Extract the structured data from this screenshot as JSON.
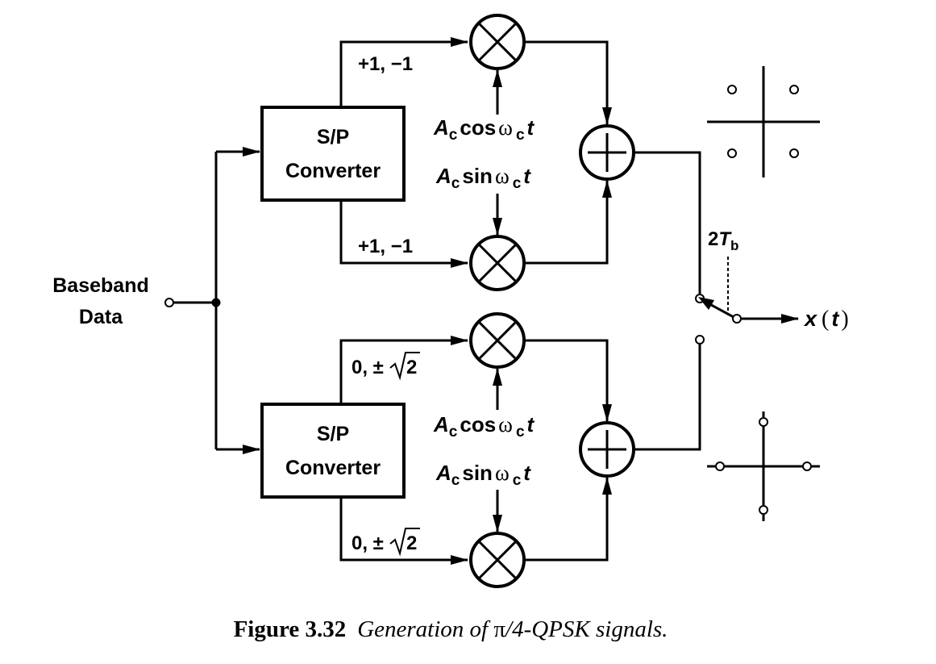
{
  "figure": {
    "input": {
      "line1": "Baseband",
      "line2": "Data"
    },
    "top_branch": {
      "converter_line1": "S/P",
      "converter_line2": "Converter",
      "upper_levels": "+1, −1",
      "lower_levels": "+1, −1",
      "cos_amp": "A",
      "cos_sub": "c",
      "cos_func": "cos",
      "cos_omega": "ω",
      "cos_omega_sub": "c",
      "cos_t": "t",
      "sin_amp": "A",
      "sin_sub": "c",
      "sin_func": "sin",
      "sin_omega": "ω",
      "sin_omega_sub": "c",
      "sin_t": "t"
    },
    "bottom_branch": {
      "converter_line1": "S/P",
      "converter_line2": "Converter",
      "upper_prefix": "0, ±",
      "upper_root": "2",
      "lower_prefix": "0, ±",
      "lower_root": "2",
      "cos_amp": "A",
      "cos_sub": "c",
      "cos_func": "cos",
      "cos_omega": "ω",
      "cos_omega_sub": "c",
      "cos_t": "t",
      "sin_amp": "A",
      "sin_sub": "c",
      "sin_func": "sin",
      "sin_omega": "ω",
      "sin_omega_sub": "c",
      "sin_t": "t"
    },
    "switch": {
      "period_num": "2",
      "period_T": "T",
      "period_sub": "b"
    },
    "output": {
      "x": "x",
      "open": "(",
      "t": "t",
      "close": ")"
    },
    "icons": {
      "multiplier": "multiplier-icon",
      "adder": "adder-icon",
      "switch": "switch-icon"
    }
  },
  "caption": {
    "label": "Figure 3.32",
    "text_before": "Generation of ",
    "pi": "π",
    "text_after": "/4-QPSK signals."
  }
}
